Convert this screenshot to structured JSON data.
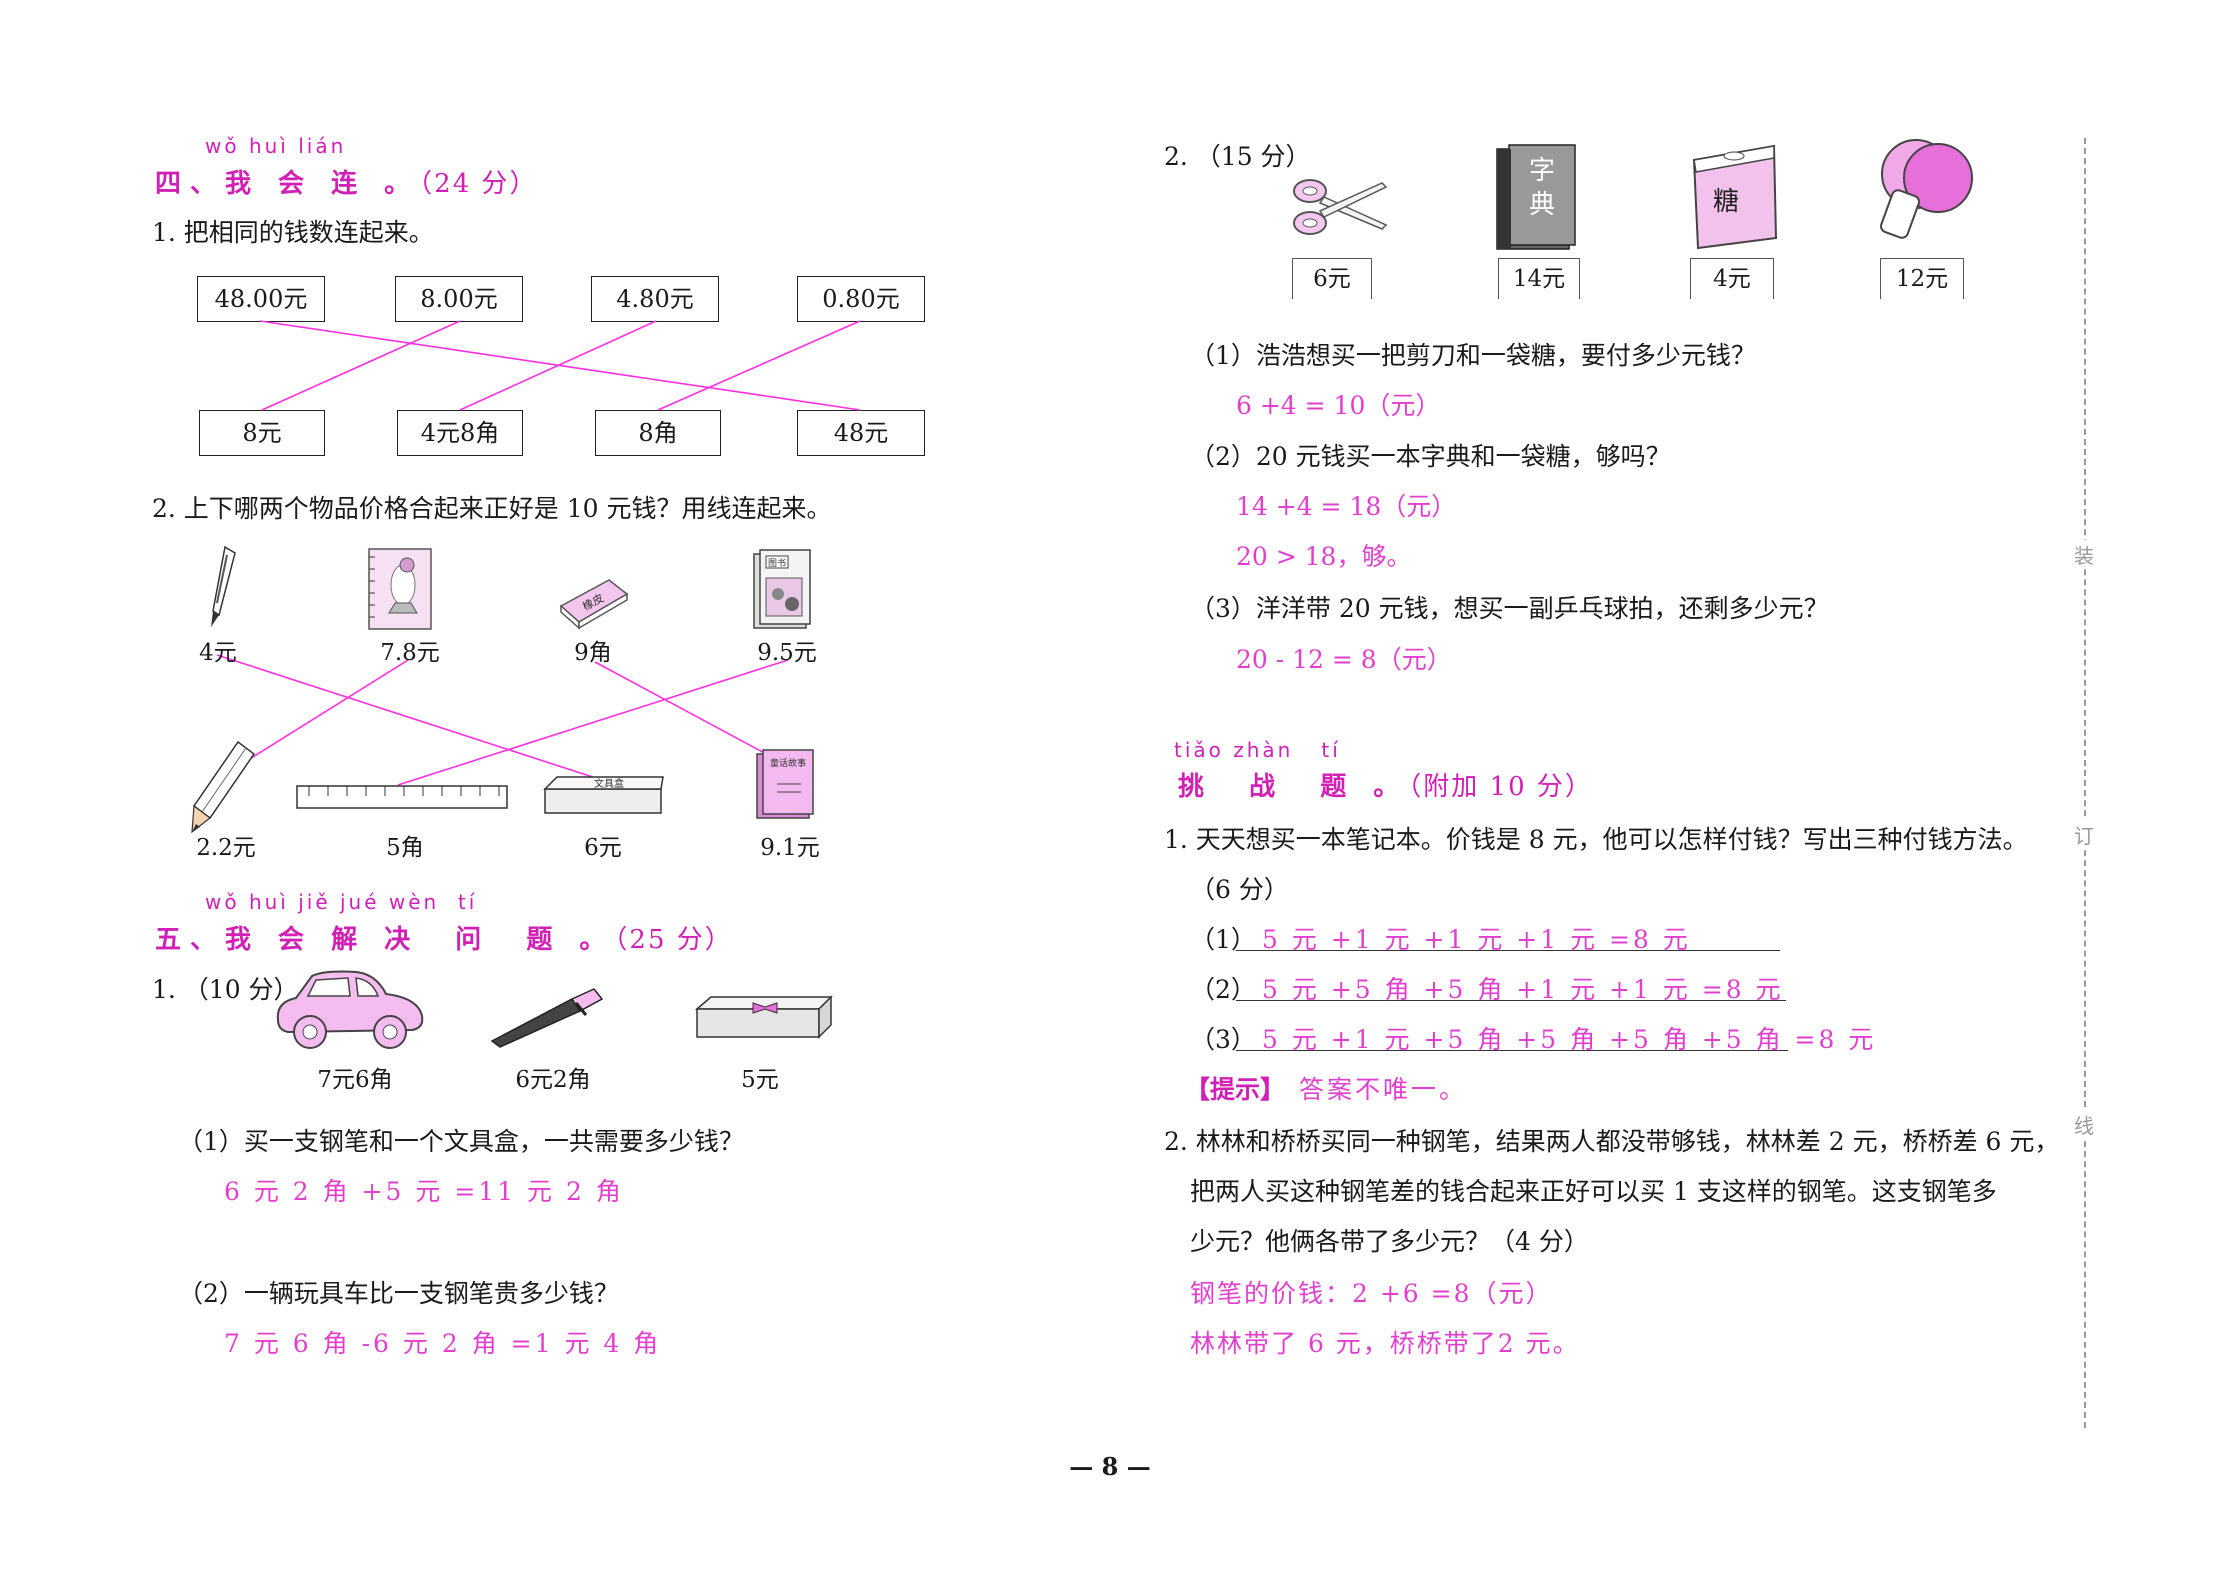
{
  "page_number": "— 8 —",
  "section4": {
    "pinyin": "wǒ huì lián",
    "title": "四、我 会 连 。",
    "points": "（24 分）",
    "q1": {
      "text": "1. 把相同的钱数连起来。",
      "top": [
        "48.00元",
        "8.00元",
        "4.80元",
        "0.80元"
      ],
      "bottom": [
        "8元",
        "4元8角",
        "8角",
        "48元"
      ]
    },
    "q2": {
      "text": "2. 上下哪两个物品价格合起来正好是 10 元钱？用线连起来。",
      "top_items": [
        {
          "icon": "pen-icon",
          "price": "4元"
        },
        {
          "icon": "notebook-icon",
          "price": "7.8元"
        },
        {
          "icon": "eraser-icon",
          "price": "9角",
          "label": "橡皮"
        },
        {
          "icon": "book-icon",
          "price": "9.5元",
          "label": "图书"
        }
      ],
      "bottom_items": [
        {
          "icon": "pencil-icon",
          "price": "2.2元"
        },
        {
          "icon": "ruler-icon",
          "price": "5角"
        },
        {
          "icon": "pencil-case-icon",
          "price": "6元",
          "label": "文具盒"
        },
        {
          "icon": "storybook-icon",
          "price": "9.1元",
          "label": "童话故事"
        }
      ]
    }
  },
  "section5": {
    "pinyin": "wǒ huì jiě jué wèn  tí",
    "title": "五、我 会 解 决  问  题 。",
    "points": "（25 分）",
    "q1": {
      "label": "1. （10 分）",
      "items": [
        {
          "icon": "toy-car-icon",
          "price": "7元6角"
        },
        {
          "icon": "fountain-pen-icon",
          "price": "6元2角"
        },
        {
          "icon": "pencil-box-icon",
          "price": "5元"
        }
      ],
      "sub1_q": "（1）买一支钢笔和一个文具盒，一共需要多少钱？",
      "sub1_a": "6 元 2 角 +5 元 =11 元 2 角",
      "sub2_q": "（2）一辆玩具车比一支钢笔贵多少钱？",
      "sub2_a": "7 元 6 角 -6 元 2 角 =1 元 4 角"
    }
  },
  "right": {
    "q2": {
      "label": "2. （15 分）",
      "items": [
        {
          "icon": "scissors-icon",
          "price": "6元"
        },
        {
          "icon": "dictionary-icon",
          "price": "14元",
          "label1": "字",
          "label2": "典"
        },
        {
          "icon": "candy-bag-icon",
          "price": "4元",
          "label1": "糖"
        },
        {
          "icon": "ping-pong-paddles-icon",
          "price": "12元"
        }
      ],
      "sub1_q": "（1）浩浩想买一把剪刀和一袋糖，要付多少元钱？",
      "sub1_a": "6 +4 = 10（元）",
      "sub2_q": "（2）20 元钱买一本字典和一袋糖，够吗？",
      "sub2_a1": "14 +4 = 18（元）",
      "sub2_a2": "20 > 18，够。",
      "sub3_q": "（3）洋洋带 20 元钱，想买一副乒乓球拍，还剩多少元？",
      "sub3_a": "20 - 12 = 8（元）"
    },
    "challenge": {
      "pinyin": "tiǎo zhàn   tí",
      "title": "挑  战  题 。",
      "points": "（附加 10 分）",
      "q1_line1": "1. 天天想买一本笔记本。价钱是 8 元，他可以怎样付钱？写出三种付钱方法。",
      "q1_line2": "（6 分）",
      "q1_ans": [
        {
          "n": "（1）",
          "a": "5 元 +1 元 +1 元 +1 元 =8 元"
        },
        {
          "n": "（2）",
          "a": "5 元 +5 角 +5 角 +1 元 +1 元 =8 元"
        },
        {
          "n": "（3）",
          "a": "5 元 +1 元 +5 角 +5 角 +5 角 +5 角 =8 元"
        }
      ],
      "tip_label": "【提示】",
      "tip_text": "答案不唯一。",
      "q2_line1": "2. 林林和桥桥买同一种钢笔，结果两人都没带够钱，林林差 2 元，桥桥差 6 元，",
      "q2_line2": "把两人买这种钢笔差的钱合起来正好可以买 1 支这样的钢笔。这支钢笔多",
      "q2_line3": "少元？他俩各带了多少元？（4 分）",
      "q2_a1": "钢笔的价钱：2 +6 =8（元）",
      "q2_a2": "林林带了 6 元，桥桥带了2 元。"
    },
    "binding_marks": [
      "装",
      "订",
      "线"
    ]
  }
}
